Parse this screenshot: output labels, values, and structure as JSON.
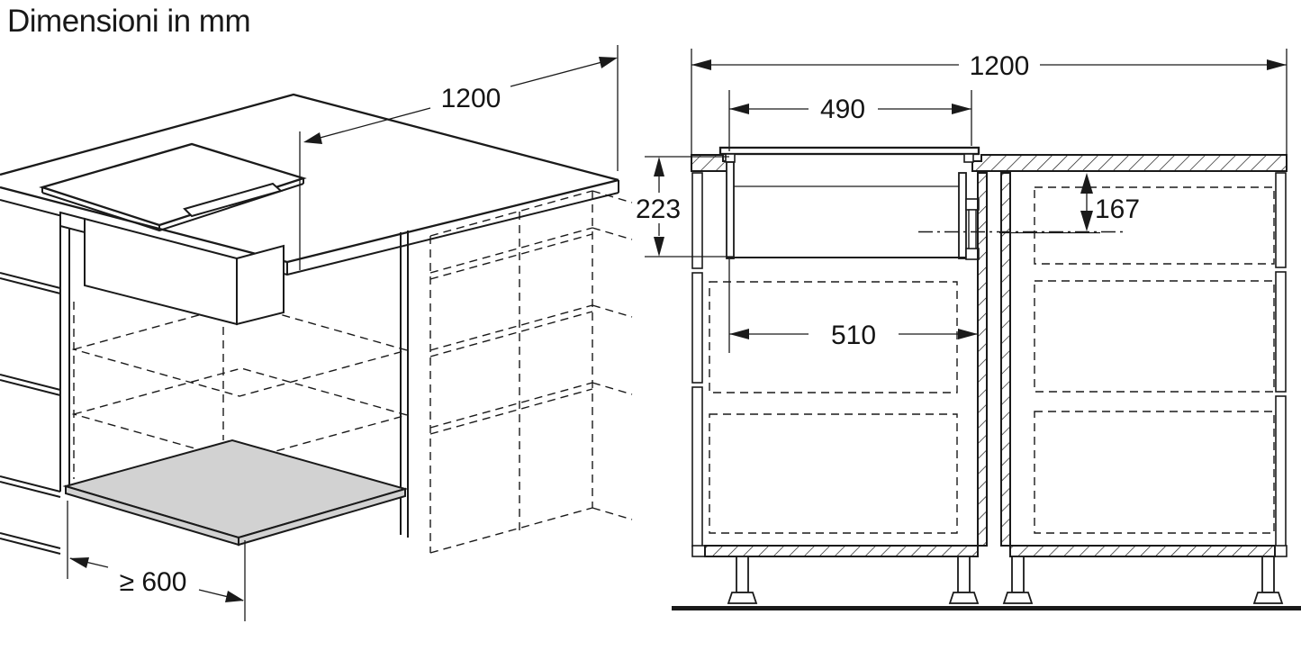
{
  "title": "Dimensioni in mm",
  "units": "mm",
  "colors": {
    "line": "#1a1a1a",
    "shelf_fill": "#d2d2d2",
    "background": "#ffffff"
  },
  "isometric_view": {
    "description": "perspective view of venting hob installed in worktop above base cabinet",
    "dimensions": {
      "worktop_length": "1200",
      "min_cabinet_width": "≥ 600"
    }
  },
  "section_view": {
    "description": "front cross-section of two base cabinets with hob and duct",
    "dimensions": {
      "worktop_length": "1200",
      "cutout_width": "490",
      "installation_depth": "223",
      "duct_axis_offset": "167",
      "inner_clearance": "510"
    }
  }
}
